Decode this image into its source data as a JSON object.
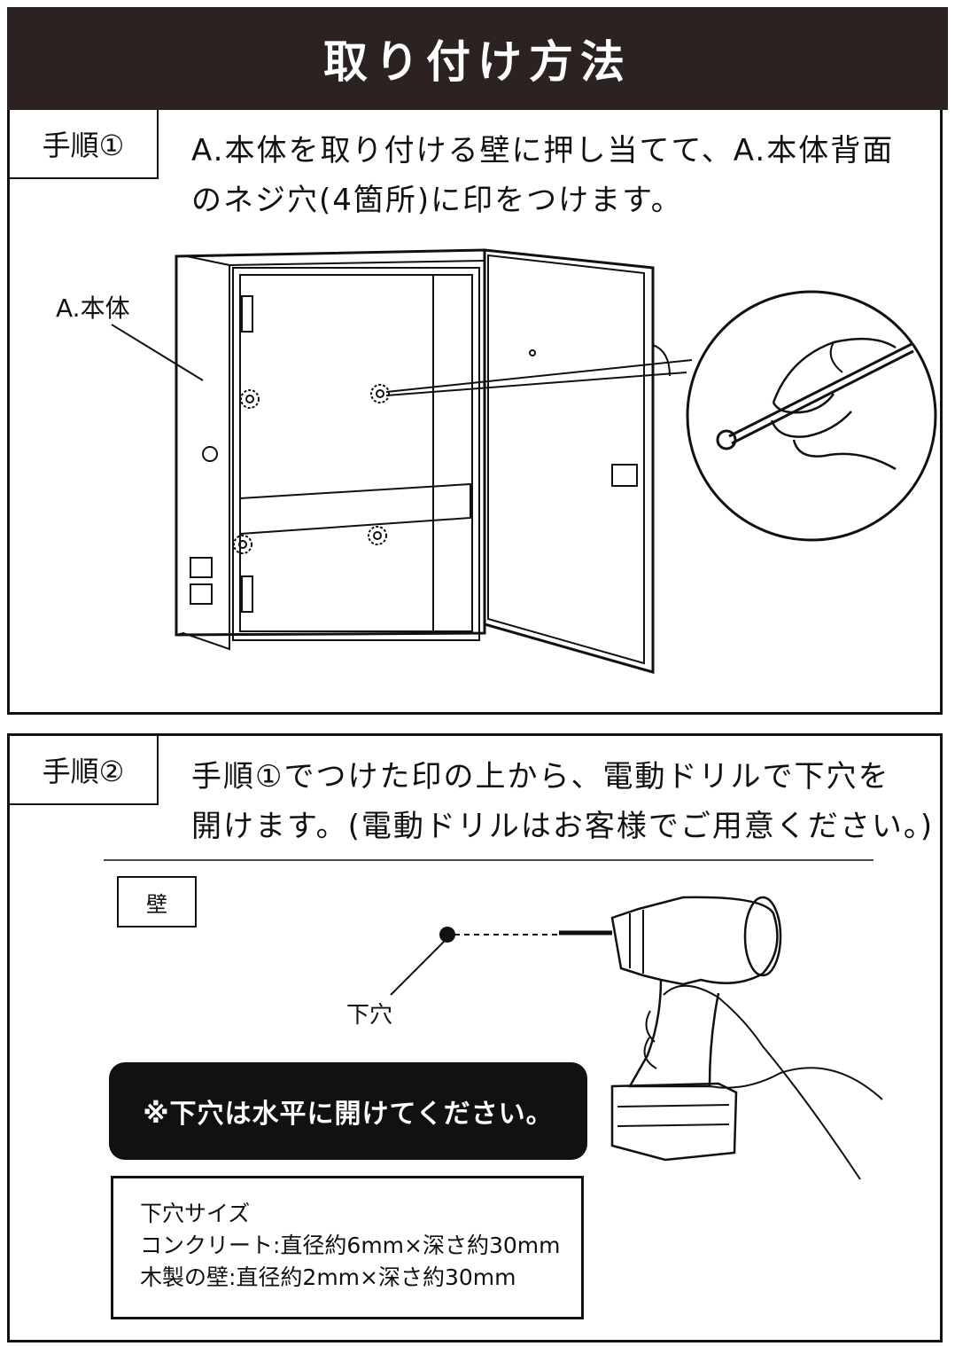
{
  "header": {
    "title": "取り付け方法"
  },
  "step1": {
    "label": "手順①",
    "text_line1": "A.本体を取り付ける壁に押し当てて、A.本体背面",
    "text_line2": "のネジ穴(4箇所)に印をつけます。",
    "body_label": "A.本体"
  },
  "step2": {
    "label": "手順②",
    "text_line1": "手順①でつけた印の上から、電動ドリルで下穴を",
    "text_line2": "開けます。(電動ドリルはお客様でご用意ください。)",
    "wall_label": "壁",
    "hole_label": "下穴",
    "notice": "※下穴は水平に開けてください。",
    "size_title": "下穴サイズ",
    "size_concrete": "コンクリート:直径約6mm×深さ約30mm",
    "size_wood": "木製の壁:直径約2mm×深さ約30mm"
  }
}
